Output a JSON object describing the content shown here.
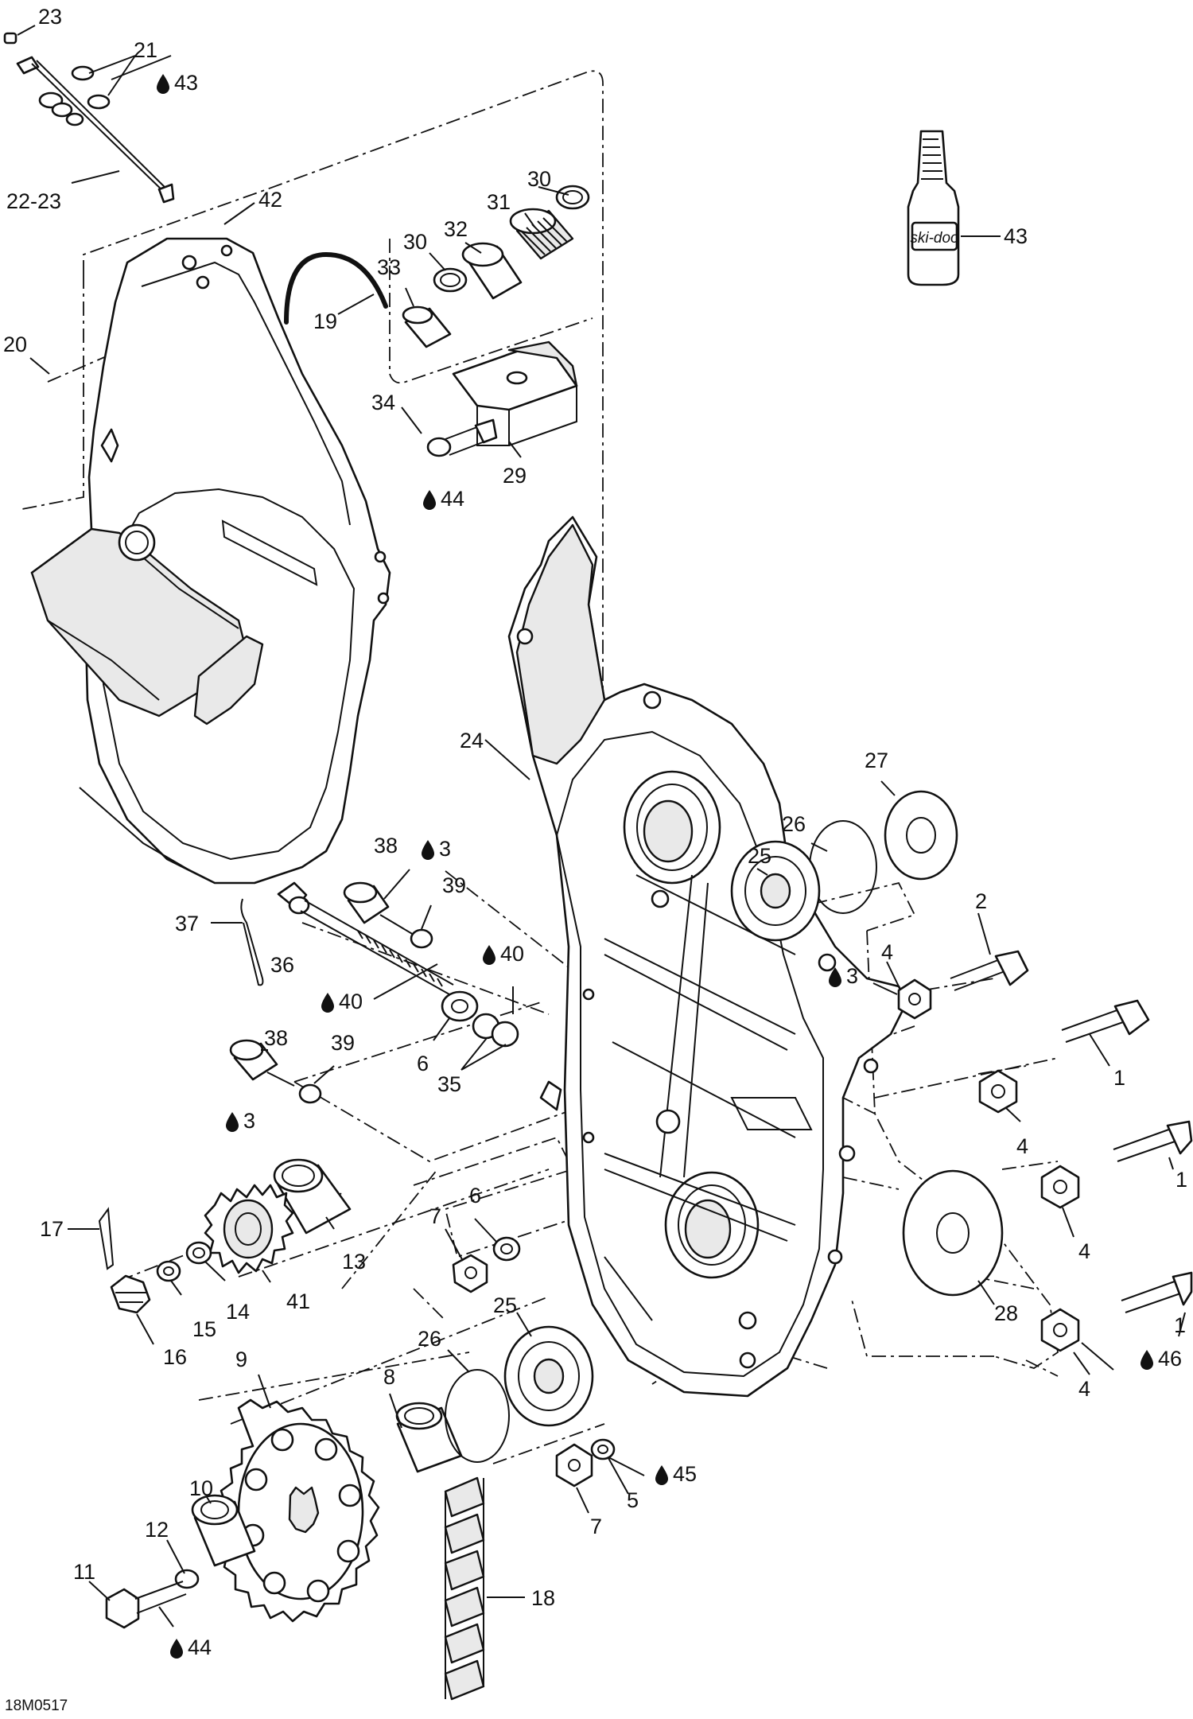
{
  "drawing": {
    "id": "18M0517",
    "callouts": [
      {
        "n": "23",
        "lub": false
      },
      {
        "n": "21",
        "lub": false
      },
      {
        "n": "43",
        "lub": true
      },
      {
        "n": "22-23",
        "lub": false
      },
      {
        "n": "42",
        "lub": false
      },
      {
        "n": "30",
        "lub": false
      },
      {
        "n": "31",
        "lub": false
      },
      {
        "n": "32",
        "lub": false
      },
      {
        "n": "30",
        "lub": false
      },
      {
        "n": "33",
        "lub": false
      },
      {
        "n": "19",
        "lub": false
      },
      {
        "n": "43",
        "lub": false
      },
      {
        "n": "20",
        "lub": false
      },
      {
        "n": "34",
        "lub": false
      },
      {
        "n": "29",
        "lub": false
      },
      {
        "n": "44",
        "lub": true
      },
      {
        "n": "24",
        "lub": false
      },
      {
        "n": "27",
        "lub": false
      },
      {
        "n": "26",
        "lub": false
      },
      {
        "n": "25",
        "lub": false
      },
      {
        "n": "38",
        "lub": false
      },
      {
        "n": "3",
        "lub": true
      },
      {
        "n": "39",
        "lub": false
      },
      {
        "n": "37",
        "lub": false
      },
      {
        "n": "36",
        "lub": false
      },
      {
        "n": "40",
        "lub": true
      },
      {
        "n": "40",
        "lub": true
      },
      {
        "n": "6",
        "lub": false
      },
      {
        "n": "35",
        "lub": false
      },
      {
        "n": "2",
        "lub": false
      },
      {
        "n": "4",
        "lub": false
      },
      {
        "n": "3",
        "lub": true
      },
      {
        "n": "38",
        "lub": false
      },
      {
        "n": "39",
        "lub": false
      },
      {
        "n": "3",
        "lub": true
      },
      {
        "n": "1",
        "lub": false
      },
      {
        "n": "4",
        "lub": false
      },
      {
        "n": "1",
        "lub": false
      },
      {
        "n": "4",
        "lub": false
      },
      {
        "n": "17",
        "lub": false
      },
      {
        "n": "7",
        "lub": false
      },
      {
        "n": "6",
        "lub": false
      },
      {
        "n": "13",
        "lub": false
      },
      {
        "n": "41",
        "lub": false
      },
      {
        "n": "14",
        "lub": false
      },
      {
        "n": "15",
        "lub": false
      },
      {
        "n": "16",
        "lub": false
      },
      {
        "n": "28",
        "lub": false
      },
      {
        "n": "1",
        "lub": false
      },
      {
        "n": "46",
        "lub": true
      },
      {
        "n": "4",
        "lub": false
      },
      {
        "n": "9",
        "lub": false
      },
      {
        "n": "26",
        "lub": false
      },
      {
        "n": "25",
        "lub": false
      },
      {
        "n": "8",
        "lub": false
      },
      {
        "n": "45",
        "lub": true
      },
      {
        "n": "5",
        "lub": false
      },
      {
        "n": "7",
        "lub": false
      },
      {
        "n": "10",
        "lub": false
      },
      {
        "n": "12",
        "lub": false
      },
      {
        "n": "11",
        "lub": false
      },
      {
        "n": "44",
        "lub": true
      },
      {
        "n": "18",
        "lub": false
      }
    ]
  },
  "bottle": {
    "label": "ski-doo"
  }
}
